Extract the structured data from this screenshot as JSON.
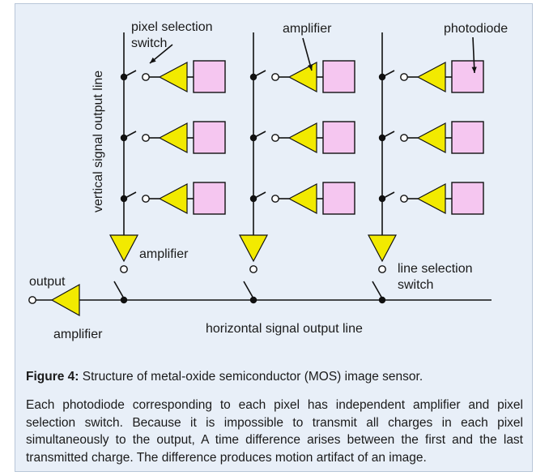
{
  "diagram": {
    "labels": {
      "pixel_selection_switch_line1": "pixel selection",
      "pixel_selection_switch_line2": "switch",
      "amplifier_top": "amplifier",
      "photodiode": "photodiode",
      "vertical_line": "vertical signal output line",
      "amplifier_column": "amplifier",
      "line_selection_switch_line1": "line selection",
      "line_selection_switch_line2": "switch",
      "output": "output",
      "amplifier_output": "amplifier",
      "horizontal_line": "horizontal signal output line"
    },
    "colors": {
      "amplifier_fill": "#f2ea00",
      "photodiode_fill": "#f5c6f0",
      "line": "#111111",
      "figure_background": "#e8eff8"
    }
  },
  "caption": {
    "label": "Figure 4:",
    "title": " Structure of metal-oxide semiconductor (MOS) image sensor.",
    "body": "Each photodiode corresponding to each pixel has independent amplifier and pixel selection switch. Because it is impossible to transmit all charges in each pixel simultaneously to the output, A time difference arises between the first and the last transmitted charge. The difference produces motion artifact of an image."
  }
}
